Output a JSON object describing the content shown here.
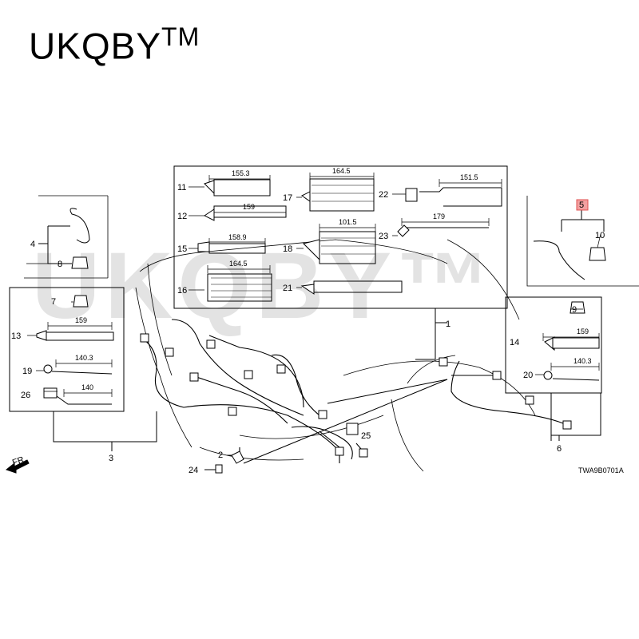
{
  "brand": {
    "text": "UKQBY",
    "tm": "TM"
  },
  "watermark": "UKQBY™",
  "diagram_code": "TWA9B0701A",
  "front_label": "FR.",
  "callouts": {
    "c1": "1",
    "c2": "2",
    "c3": "3",
    "c4": "4",
    "c5": "5",
    "c6": "6",
    "c7": "7",
    "c8": "8",
    "c9": "9",
    "c10": "10",
    "c11": "11",
    "c12": "12",
    "c13": "13",
    "c14": "14",
    "c15": "15",
    "c16": "16",
    "c17": "17",
    "c18": "18",
    "c19": "19",
    "c20": "20",
    "c21": "21",
    "c22": "22",
    "c23": "23",
    "c24": "24",
    "c25": "25",
    "c26": "26"
  },
  "dims": {
    "d11": "155.3",
    "d12": "159",
    "d15": "158.9",
    "d16": "164.5",
    "d17": "164.5",
    "d18": "101.5",
    "d22": "151.5",
    "d23": "179",
    "d13": "159",
    "d19": "140.3",
    "d26": "140",
    "d14": "159",
    "d20": "140.3"
  },
  "colors": {
    "line": "#000000",
    "highlight": "#e05050",
    "watermark": "#e3e3e3"
  }
}
